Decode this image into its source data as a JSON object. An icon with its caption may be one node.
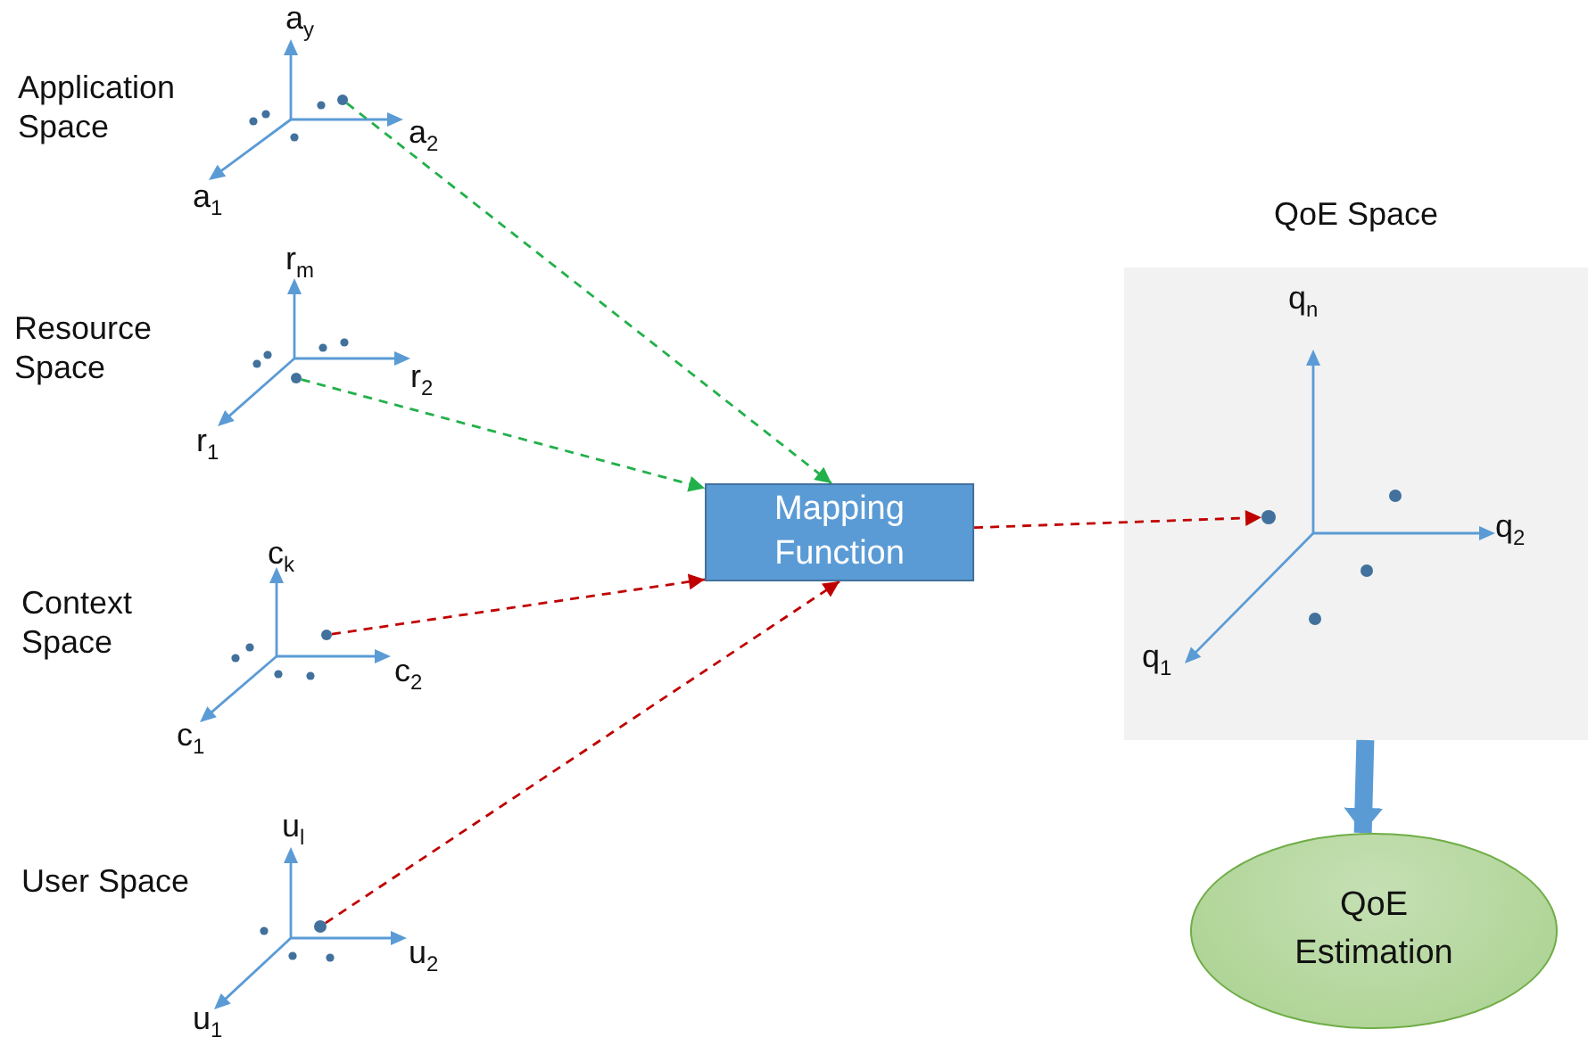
{
  "diagram": {
    "nodes": [
      {
        "text": [],
        "shape": "circle"
      },
      {
        "text": [],
        "shape": "circle"
      },
      {
        "text": [],
        "shape": "circle"
      },
      {
        "text": [],
        "shape": "circle"
      },
      {
        "text": [
          "Mapping Function"
        ]
      },
      {
        "text": [
          "QoE Space"
        ]
      },
      {
        "text": [],
        "shape": "circle",
        "in": 5
      },
      {
        "text": [
          "QoE Estimation"
        ]
      }
    ],
    "edges": [
      {
        "from": 0,
        "to": 4,
        "arrow": "to",
        "style": "dashed",
        "color": "#22b04a"
      },
      {
        "from": 1,
        "to": 4,
        "arrow": "to",
        "style": "dashed",
        "color": "#22b04a"
      },
      {
        "from": 2,
        "to": 4,
        "arrow": "to",
        "style": "dashed",
        "color": "#c00000"
      },
      {
        "from": 3,
        "to": 4,
        "arrow": "to",
        "style": "dashed",
        "color": "#c00000"
      },
      {
        "from": 4,
        "to": 6,
        "arrow": "to",
        "style": "dashed",
        "color": "#c00000"
      },
      {
        "from": 5,
        "to": 7,
        "arrow": "to",
        "style": "thick",
        "color": "#5b9bd5"
      }
    ],
    "labels": [
      "Application Space",
      "a$_{y}$",
      "a$_{2}$",
      "a$_{1}$",
      "Resource Space",
      "r$_{m}$",
      "r$_{2}$",
      "r$_{1}$",
      "Context Space",
      "c$_{k}$",
      "c$_{2}$",
      "c$_{1}$",
      "User Space",
      "u$_{l}$",
      "u$_{2}$",
      "u$_{1}$",
      "q$_{n}$",
      "q$_{2}$",
      "q$_{1}$"
    ]
  }
}
